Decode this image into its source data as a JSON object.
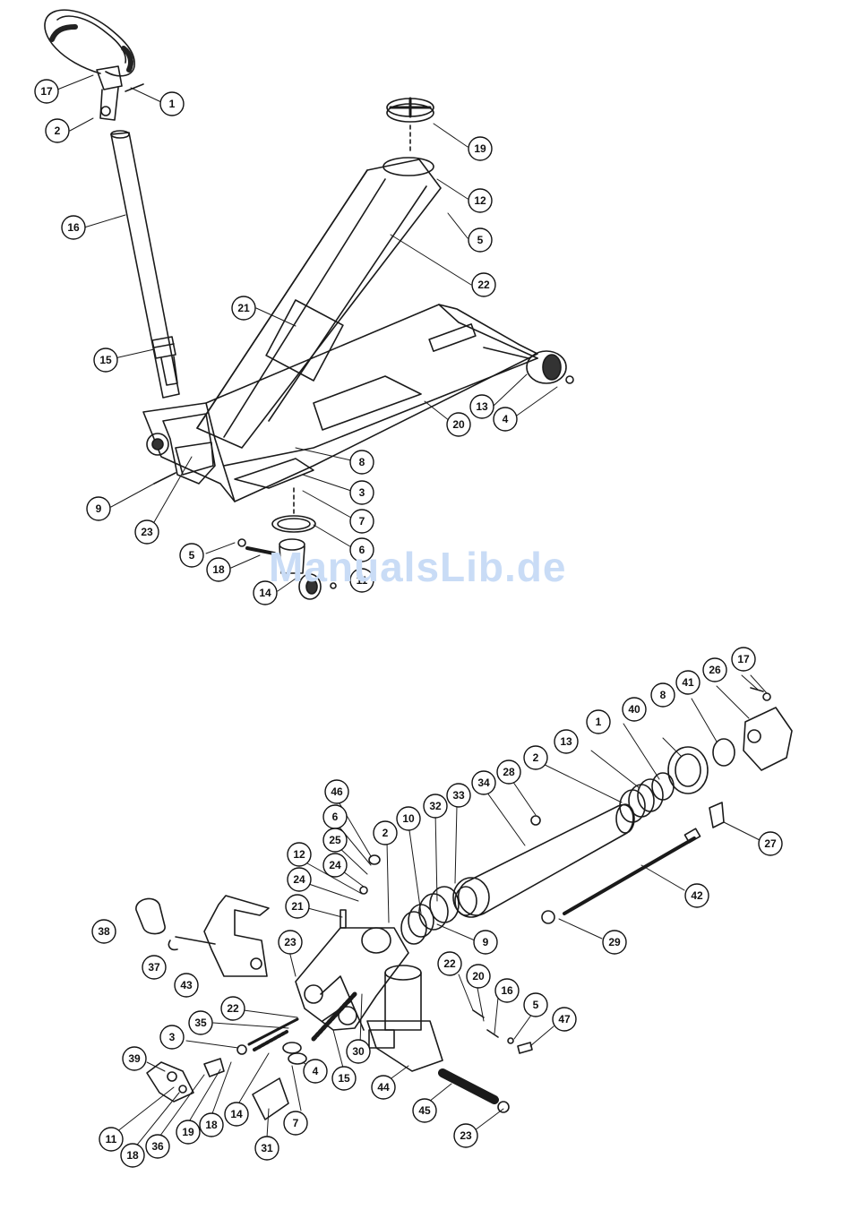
{
  "watermark": "ManualsLib.de",
  "jack_callouts": [
    {
      "id": "j-17",
      "label": "17"
    },
    {
      "id": "j-1",
      "label": "1"
    },
    {
      "id": "j-2",
      "label": "2"
    },
    {
      "id": "j-19",
      "label": "19"
    },
    {
      "id": "j-12",
      "label": "12"
    },
    {
      "id": "j-5a",
      "label": "5"
    },
    {
      "id": "j-16",
      "label": "16"
    },
    {
      "id": "j-22",
      "label": "22"
    },
    {
      "id": "j-21",
      "label": "21"
    },
    {
      "id": "j-15",
      "label": "15"
    },
    {
      "id": "j-13",
      "label": "13"
    },
    {
      "id": "j-4",
      "label": "4"
    },
    {
      "id": "j-20",
      "label": "20"
    },
    {
      "id": "j-8",
      "label": "8"
    },
    {
      "id": "j-3",
      "label": "3"
    },
    {
      "id": "j-9",
      "label": "9"
    },
    {
      "id": "j-7",
      "label": "7"
    },
    {
      "id": "j-23",
      "label": "23"
    },
    {
      "id": "j-6",
      "label": "6"
    },
    {
      "id": "j-5b",
      "label": "5"
    },
    {
      "id": "j-18",
      "label": "18"
    },
    {
      "id": "j-14",
      "label": "14"
    },
    {
      "id": "j-11",
      "label": "11"
    }
  ],
  "pump_callouts": [
    {
      "id": "p-17",
      "label": "17"
    },
    {
      "id": "p-26",
      "label": "26"
    },
    {
      "id": "p-41",
      "label": "41"
    },
    {
      "id": "p-8",
      "label": "8"
    },
    {
      "id": "p-40",
      "label": "40"
    },
    {
      "id": "p-1",
      "label": "1"
    },
    {
      "id": "p-13",
      "label": "13"
    },
    {
      "id": "p-2a",
      "label": "2"
    },
    {
      "id": "p-28",
      "label": "28"
    },
    {
      "id": "p-34",
      "label": "34"
    },
    {
      "id": "p-33",
      "label": "33"
    },
    {
      "id": "p-32",
      "label": "32"
    },
    {
      "id": "p-10",
      "label": "10"
    },
    {
      "id": "p-2b",
      "label": "2"
    },
    {
      "id": "p-46",
      "label": "46"
    },
    {
      "id": "p-6",
      "label": "6"
    },
    {
      "id": "p-25",
      "label": "25"
    },
    {
      "id": "p-24a",
      "label": "24"
    },
    {
      "id": "p-12",
      "label": "12"
    },
    {
      "id": "p-24b",
      "label": "24"
    },
    {
      "id": "p-21",
      "label": "21"
    },
    {
      "id": "p-27",
      "label": "27"
    },
    {
      "id": "p-42",
      "label": "42"
    },
    {
      "id": "p-29",
      "label": "29"
    },
    {
      "id": "p-9",
      "label": "9"
    },
    {
      "id": "p-38",
      "label": "38"
    },
    {
      "id": "p-23a",
      "label": "23"
    },
    {
      "id": "p-37",
      "label": "37"
    },
    {
      "id": "p-43",
      "label": "43"
    },
    {
      "id": "p-22a",
      "label": "22"
    },
    {
      "id": "p-20",
      "label": "20"
    },
    {
      "id": "p-16",
      "label": "16"
    },
    {
      "id": "p-5",
      "label": "5"
    },
    {
      "id": "p-47",
      "label": "47"
    },
    {
      "id": "p-22b",
      "label": "22"
    },
    {
      "id": "p-35",
      "label": "35"
    },
    {
      "id": "p-3",
      "label": "3"
    },
    {
      "id": "p-39",
      "label": "39"
    },
    {
      "id": "p-15",
      "label": "15"
    },
    {
      "id": "p-30",
      "label": "30"
    },
    {
      "id": "p-44",
      "label": "44"
    },
    {
      "id": "p-4",
      "label": "4"
    },
    {
      "id": "p-14",
      "label": "14"
    },
    {
      "id": "p-7",
      "label": "7"
    },
    {
      "id": "p-45",
      "label": "45"
    },
    {
      "id": "p-11",
      "label": "11"
    },
    {
      "id": "p-18a",
      "label": "18"
    },
    {
      "id": "p-36",
      "label": "36"
    },
    {
      "id": "p-19",
      "label": "19"
    },
    {
      "id": "p-18b",
      "label": "18"
    },
    {
      "id": "p-31",
      "label": "31"
    },
    {
      "id": "p-23b",
      "label": "23"
    }
  ]
}
